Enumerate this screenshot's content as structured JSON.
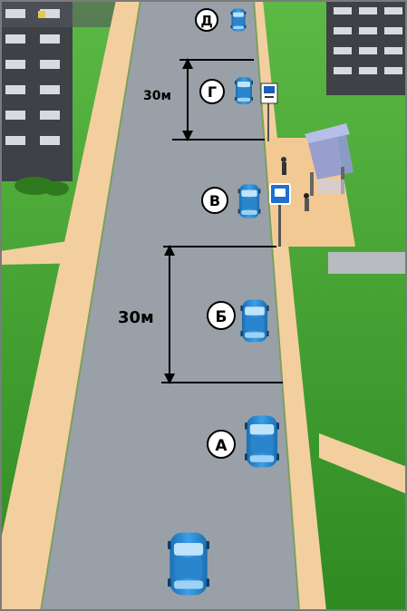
{
  "scene": {
    "colors": {
      "grass": "#3f9a2c",
      "grass_light": "#57b33f",
      "sidewalk": "#f3cfa0",
      "road": "#9aa0a8",
      "car_blue": "#2d8fd8",
      "building": "#4a4d52",
      "shelter_roof": "#9aa8d8",
      "line": "#000000"
    },
    "distance_top": "30м",
    "distance_bottom": "30м",
    "positions": [
      {
        "id": "D",
        "label": "Д"
      },
      {
        "id": "G",
        "label": "Г"
      },
      {
        "id": "V",
        "label": "В"
      },
      {
        "id": "B",
        "label": "Б"
      },
      {
        "id": "A",
        "label": "А"
      }
    ],
    "icons": [
      "bus-stop-sign-icon",
      "bus-stop-pole-sign-icon",
      "bus-shelter-icon"
    ]
  }
}
